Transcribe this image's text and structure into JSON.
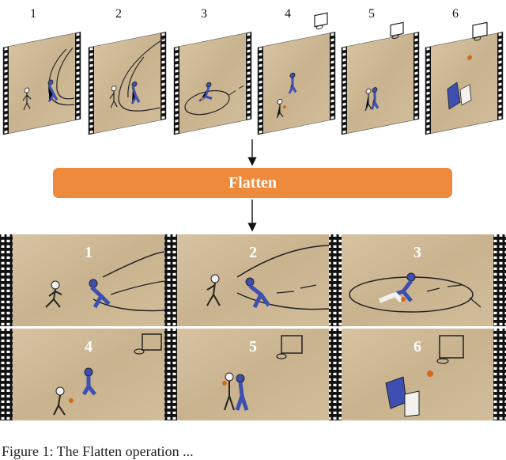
{
  "top_frames": [
    "1",
    "2",
    "3",
    "4",
    "5",
    "6"
  ],
  "operation": {
    "label": "Flatten"
  },
  "bottom_tiles": [
    "1",
    "2",
    "3",
    "4",
    "5",
    "6"
  ],
  "caption": "Figure 1: The Flatten operation ... ",
  "colors": {
    "bar": "#ee8a3c",
    "court": "#cdb896",
    "filmstrip": "#111111",
    "team_blue": "#3d4fb0",
    "team_white": "#f3f1ee",
    "ball": "#d2691e",
    "arrow": "#111111"
  }
}
